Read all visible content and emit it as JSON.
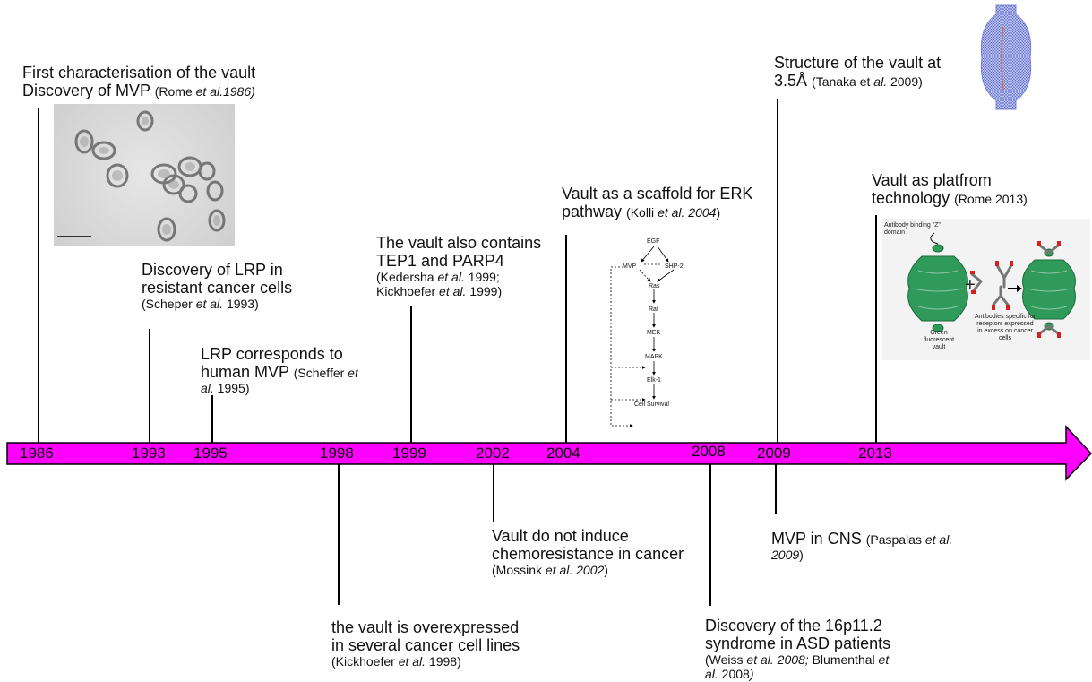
{
  "timeline": {
    "years": [
      "1986",
      "1993",
      "1995",
      "1998",
      "1999",
      "2002",
      "2004",
      "2008",
      "2009",
      "2013"
    ]
  },
  "events": {
    "e1986": {
      "line1": "First characterisation of the vault",
      "line2_main": "Discovery of MVP ",
      "ref_a": "(Rome ",
      "ref_em": "et al.",
      "ref_b": "1986)"
    },
    "e1993": {
      "line1": "Discovery of LRP in",
      "line2": "resistant cancer cells",
      "ref_a": "(Scheper ",
      "ref_em": "et al.",
      "ref_b": " 1993)"
    },
    "e1995": {
      "line1": "LRP corresponds to",
      "line2_main": "human MVP ",
      "ref_a": "(Scheffer ",
      "ref_em1": "et",
      "ref_em2": "al.",
      "ref_b": " 1995)"
    },
    "e1998": {
      "line1": "the vault is overexpressed",
      "line2": "in several cancer cell lines",
      "ref_a": "(Kickhoefer ",
      "ref_em": "et al.",
      "ref_b": " 1998)"
    },
    "e1999": {
      "line1": "The vault also contains",
      "line2": "TEP1 and PARP4",
      "ref1_a": "(Kedersha ",
      "ref1_em": "et al.",
      "ref1_b": " 1999;",
      "ref2_a": "Kickhoefer ",
      "ref2_em": "et al.",
      "ref2_b": " 1999)"
    },
    "e2002": {
      "line1": "Vault do not induce",
      "line2": "chemoresistance in cancer",
      "ref_a": "(Mossink ",
      "ref_em": "et al. 2002",
      "ref_b": ")"
    },
    "e2004": {
      "line1": "Vault as a scaffold for ERK",
      "line2_main": "pathway ",
      "ref_a": "(Kolli ",
      "ref_em": "et al. 2004",
      "ref_b": ")"
    },
    "e2008": {
      "line1": "Discovery of the 16p11.2",
      "line2": "syndrome in ASD patients",
      "ref1_a": "(Weiss ",
      "ref1_em": "et al. 2008;",
      "ref1_b": " Blumenthal ",
      "ref1_em2": "et",
      "ref2_em": "al.",
      "ref2_b": " 2008",
      "ref2_c": ")"
    },
    "e2009a": {
      "line1": "Structure of the vault at",
      "line2_main": "3.5Å ",
      "ref_a": "(Tanaka et ",
      "ref_em": "al.",
      "ref_b": " 2009)"
    },
    "e2009b": {
      "line1_main": "MVP in CNS ",
      "ref_a": "(Paspalas ",
      "ref_em": "et al.",
      "ref2_em": "2009",
      "ref2_b": ")"
    },
    "e2013": {
      "line1": "Vault as platfrom",
      "line2_main": "technology ",
      "ref": "(Rome 2013)"
    }
  },
  "pathway": {
    "nodes": [
      "EGF",
      "MVP",
      "SHP-2",
      "Ras",
      "Raf",
      "MEK",
      "MAPK",
      "Elk-1",
      "Cell Survival"
    ]
  },
  "platform_figure": {
    "label_top": "Antibody binding \"Z\" domain",
    "label_green": "Green fluorescent vault",
    "label_antibodies": "Antibodies specific for receptors expressed in excess on cancer cells",
    "plus": "+"
  },
  "colors": {
    "arrow_fill": "#ff00ff",
    "vault_green": "#2f9a5a",
    "antibody_red": "#d62020",
    "structure_blue": "#7a86d8"
  }
}
